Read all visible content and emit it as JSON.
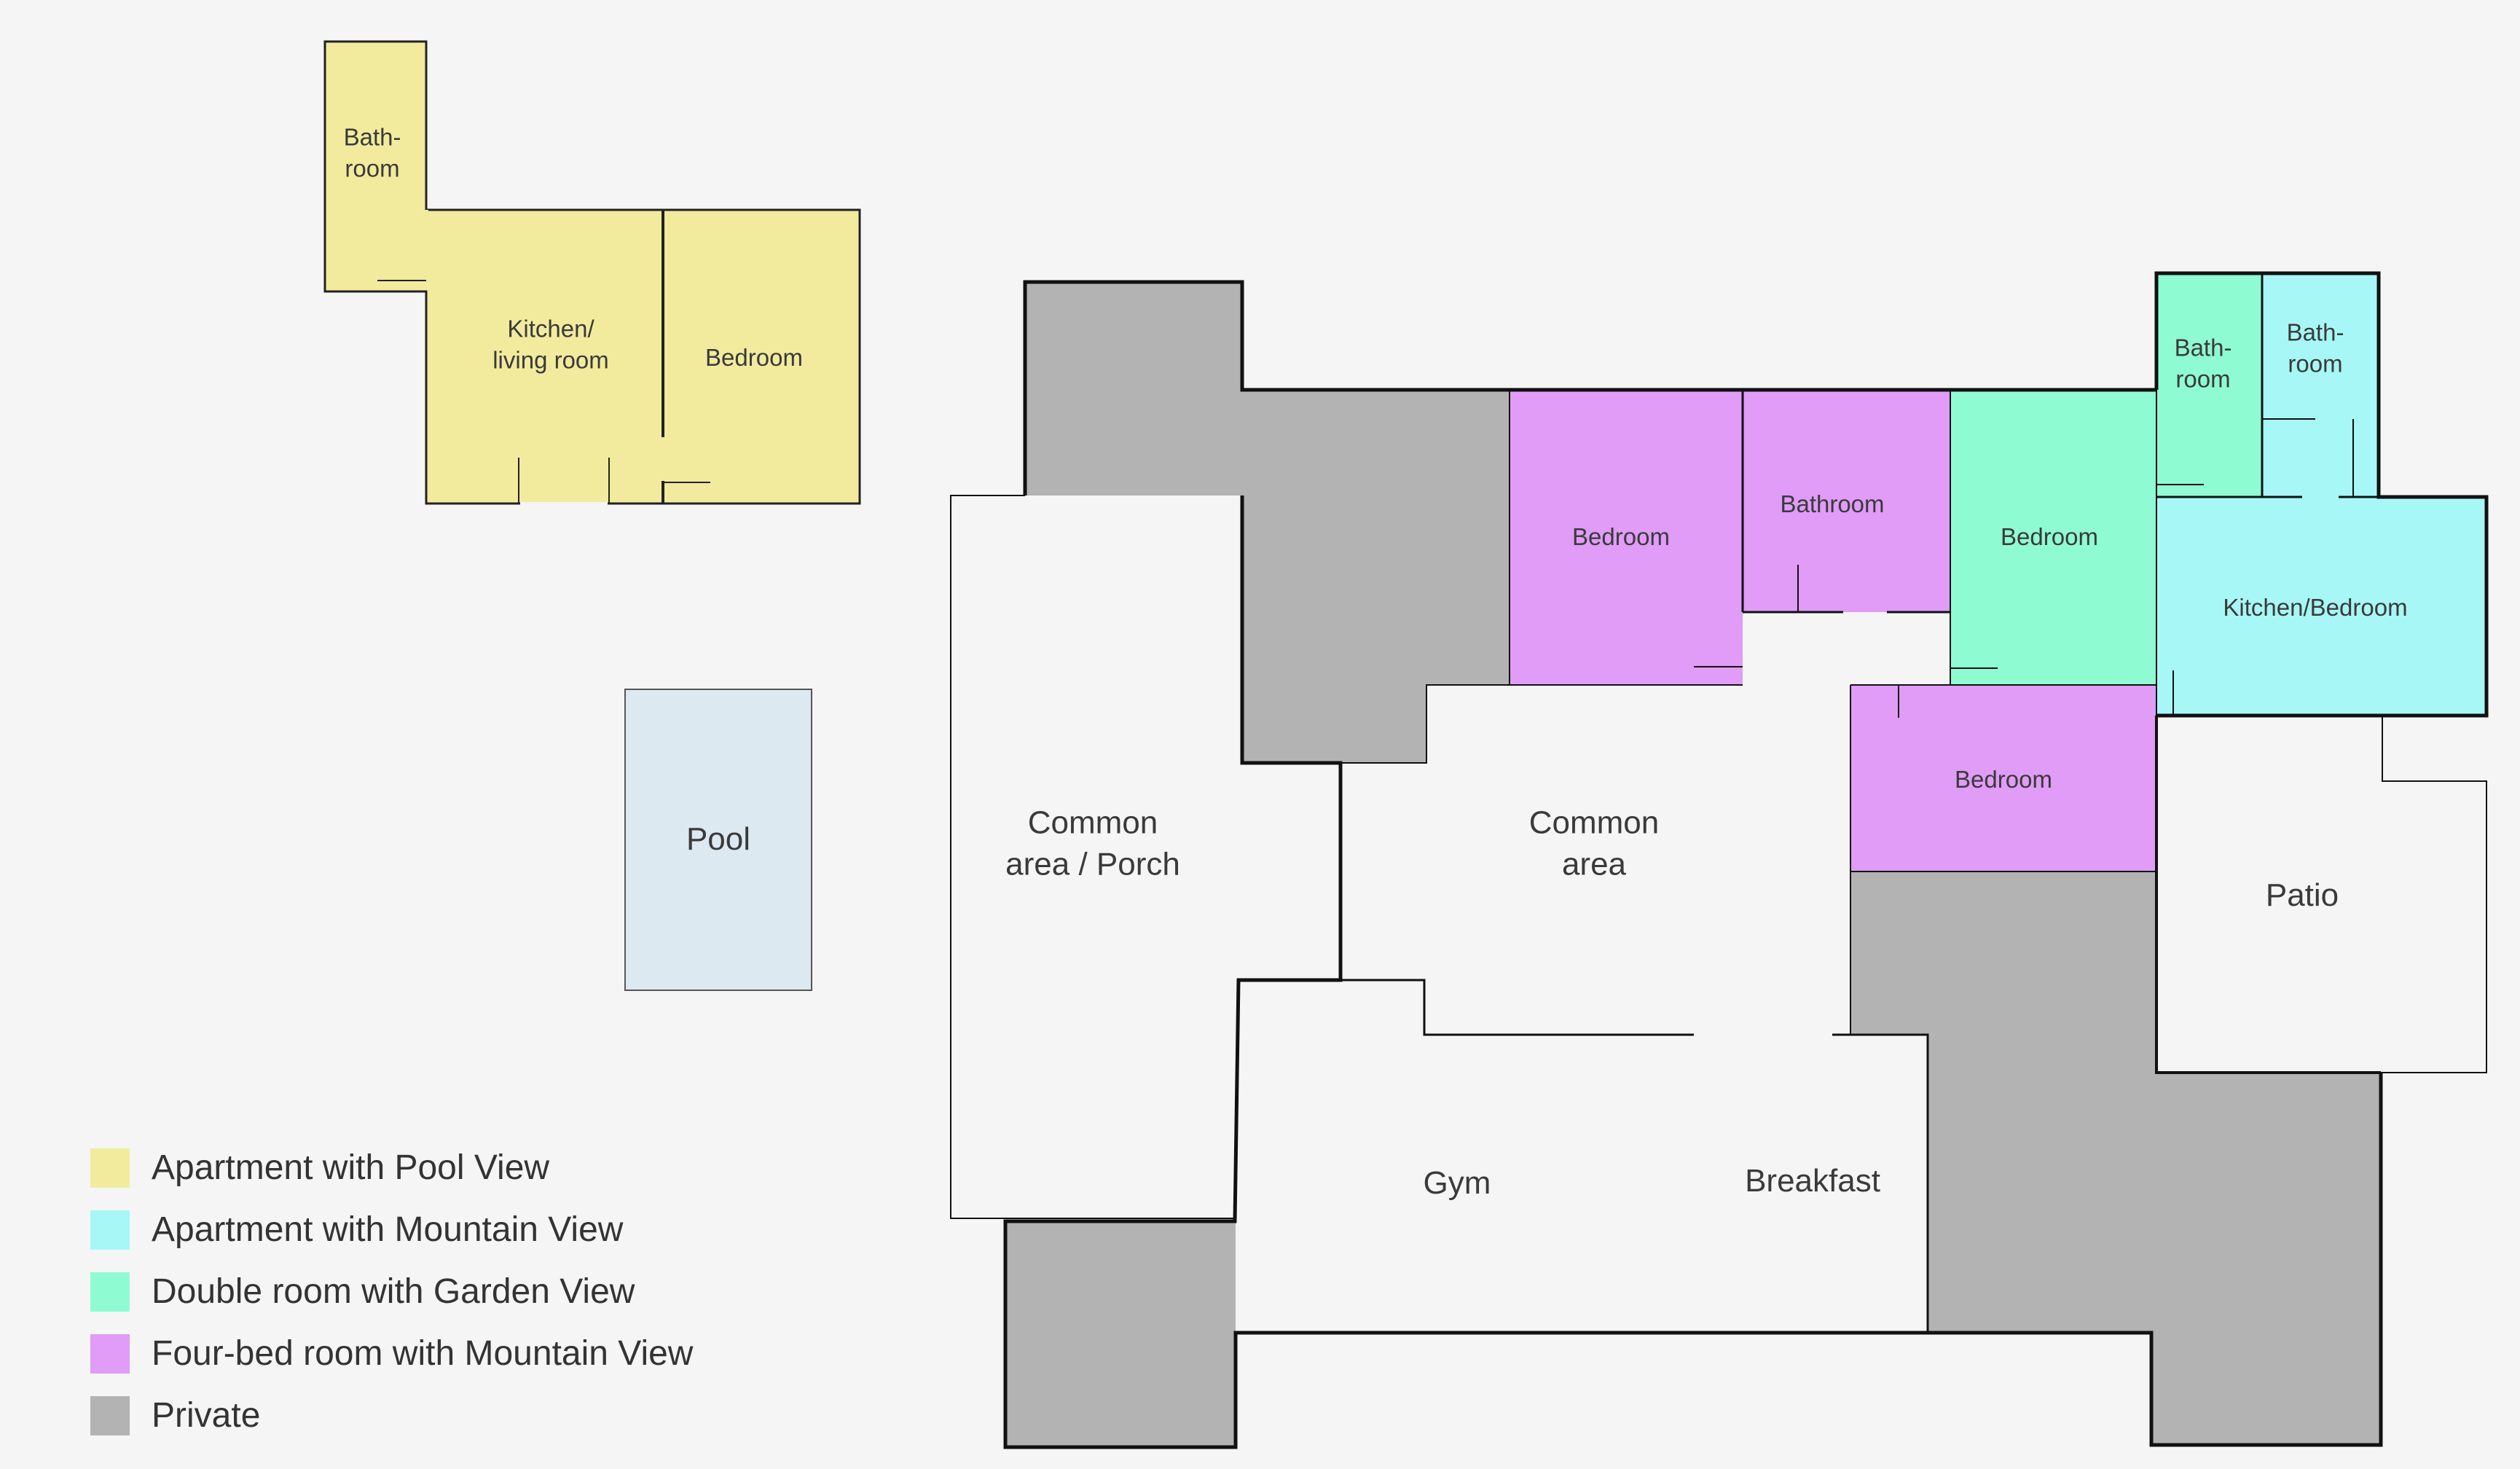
{
  "colors": {
    "background": "#f4f5f4",
    "pool_view": "#f2eb9e",
    "mountain_apartment": "#a8f7f7",
    "garden": "#8ffbd2",
    "four_bed": "#e09cf7",
    "private": "#b3b3b3",
    "pool": "#dde9f0",
    "common": "#f4f5f4"
  },
  "rooms": {
    "pool_apt_bathroom": "Bath-\nroom",
    "pool_apt_kitchen": "Kitchen/\nliving room",
    "pool_apt_bedroom": "Bedroom",
    "pool": "Pool",
    "common_porch": "Common\narea / Porch",
    "common_area": "Common\narea",
    "fourbed_bedroom": "Bedroom",
    "fourbed_bathroom": "Bathroom",
    "fourbed_bedroom_lower": "Bedroom",
    "garden_bedroom": "Bedroom",
    "garden_bathroom": "Bath-\nroom",
    "mountain_bathroom": "Bath-\nroom",
    "mountain_kitchen": "Kitchen/Bedroom",
    "patio": "Patio",
    "gym": "Gym",
    "breakfast": "Breakfast"
  },
  "legend": [
    {
      "label": "Apartment  with Pool View",
      "color": "#f2eb9e"
    },
    {
      "label": "Apartment with Mountain View",
      "color": "#a8f7f7"
    },
    {
      "label": "Double room with Garden View",
      "color": "#8ffbd2"
    },
    {
      "label": "Four-bed room with Mountain View",
      "color": "#e09cf7"
    },
    {
      "label": "Private",
      "color": "#b3b3b3"
    }
  ]
}
